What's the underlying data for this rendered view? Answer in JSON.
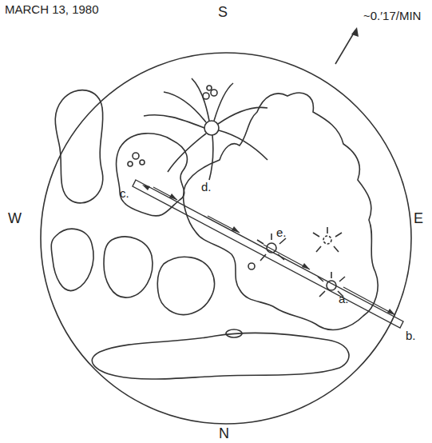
{
  "diagram": {
    "title": "MARCH 13, 1980",
    "labels": [
      "S",
      "W",
      "E",
      "N",
      "~0.′17/MIN",
      "c.",
      "d.",
      "e.",
      "a.",
      "b."
    ]
  }
}
